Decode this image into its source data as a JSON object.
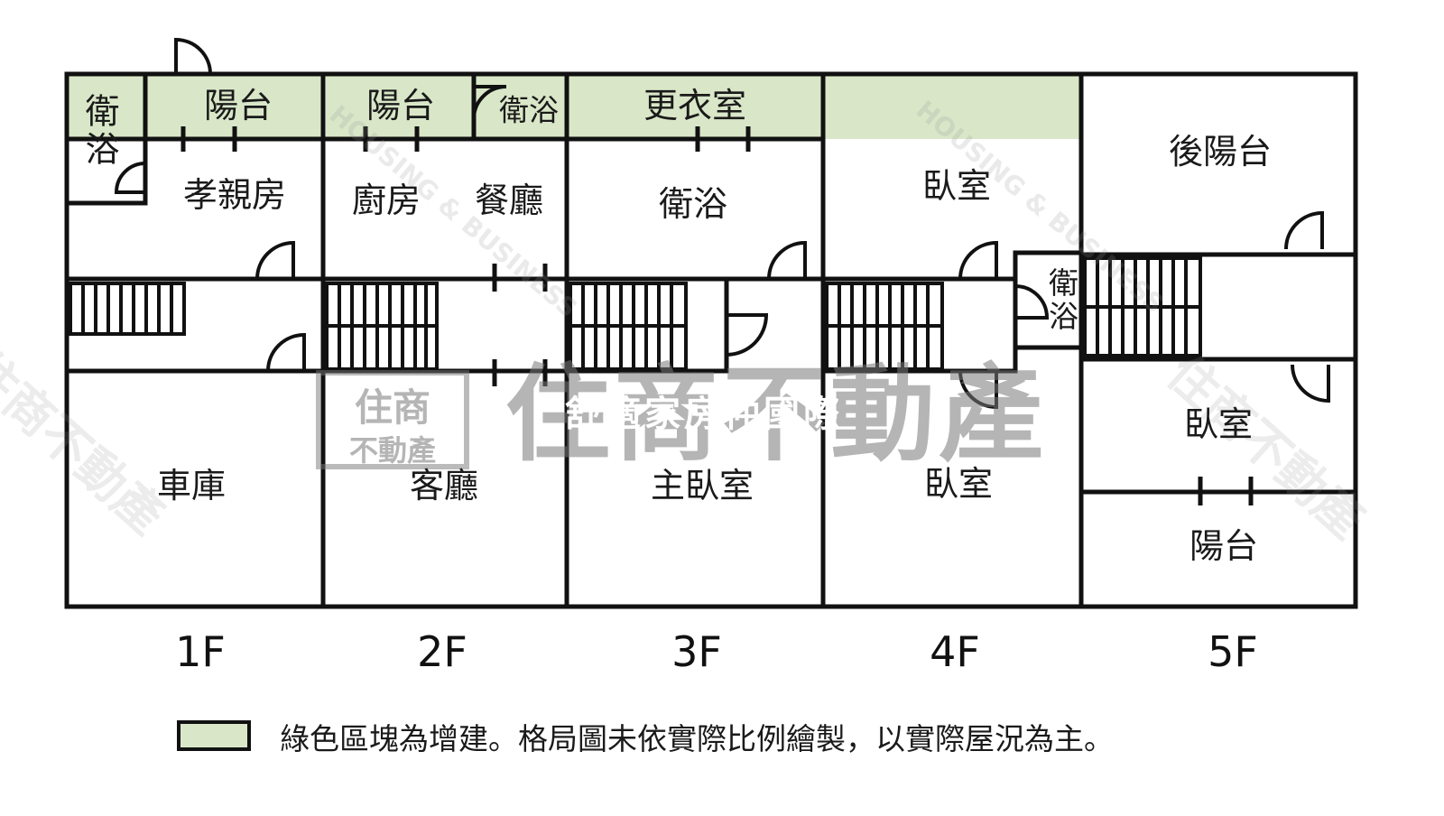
{
  "colors": {
    "extension": "#d9e7c8",
    "wall": "#111111"
  },
  "floors": [
    {
      "label": "1F",
      "rooms": [
        "衛浴",
        "陽台",
        "孝親房",
        "車庫"
      ]
    },
    {
      "label": "2F",
      "rooms": [
        "陽台",
        "衛浴",
        "廚房",
        "餐廳",
        "客廳"
      ]
    },
    {
      "label": "3F",
      "rooms": [
        "更衣室",
        "衛浴",
        "主臥室"
      ]
    },
    {
      "label": "4F",
      "rooms": [
        "臥室",
        "衛浴",
        "臥室"
      ]
    },
    {
      "label": "5F",
      "rooms": [
        "後陽台",
        "臥室",
        "陽台"
      ]
    }
  ],
  "legend": {
    "text": "綠色區塊為增建。格局圖未依實際比例繪製，以實際屋況為主。"
  },
  "watermark": {
    "main": "住商不動產",
    "logo_top": "住商",
    "logo_bottom": "不動產",
    "english": "HOUSING & BUSINESS"
  },
  "overlay_text": "舒適家房仲國際"
}
